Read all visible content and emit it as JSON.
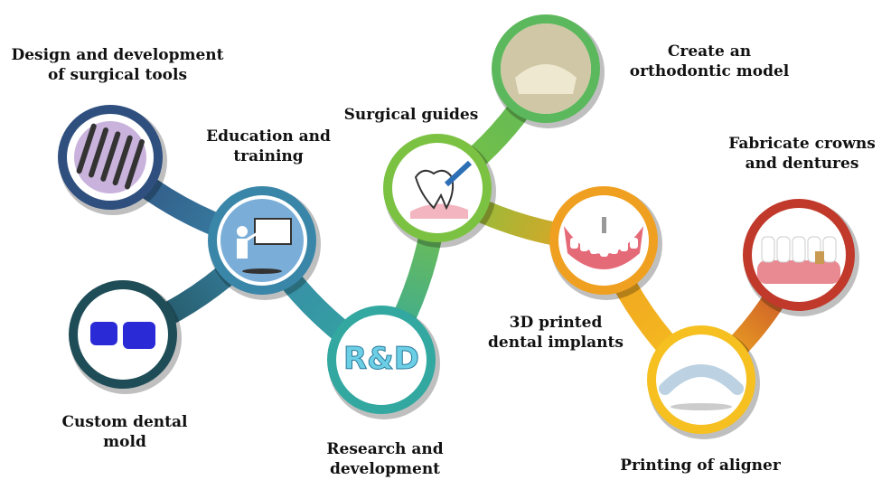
{
  "nodes": [
    {
      "id": "surgical-tools",
      "lines": [
        "Design and development",
        "of surgical tools"
      ],
      "color": "#2f4f7f",
      "icon": "surgical-tools-icon"
    },
    {
      "id": "education",
      "lines": [
        "Education and",
        "training"
      ],
      "color": "#3a86a8",
      "icon": "teacher-board-icon"
    },
    {
      "id": "dental-mold",
      "lines": [
        "Custom dental",
        "mold"
      ],
      "color": "#1f4d57",
      "icon": "dental-mold-icon"
    },
    {
      "id": "research",
      "lines": [
        "Research and",
        "development"
      ],
      "color": "#32a8a0",
      "icon": "r-and-d-icon",
      "icon_text": "R&D"
    },
    {
      "id": "surgical-guides",
      "lines": [
        "Surgical guides"
      ],
      "color": "#7cc242",
      "icon": "tooth-syringe-icon"
    },
    {
      "id": "orthodontic-model",
      "lines": [
        "Create an",
        "orthodontic model"
      ],
      "color": "#5cb85c",
      "icon": "orthodontic-model-icon"
    },
    {
      "id": "dental-implants",
      "lines": [
        "3D printed",
        "dental implants"
      ],
      "color": "#f0a020",
      "icon": "dental-implant-icon"
    },
    {
      "id": "aligner",
      "lines": [
        "Printing of aligner"
      ],
      "color": "#f5c020",
      "icon": "aligner-icon"
    },
    {
      "id": "crowns",
      "lines": [
        "Fabricate crowns",
        "and dentures"
      ],
      "color": "#c0392b",
      "icon": "crowns-dentures-icon"
    }
  ]
}
